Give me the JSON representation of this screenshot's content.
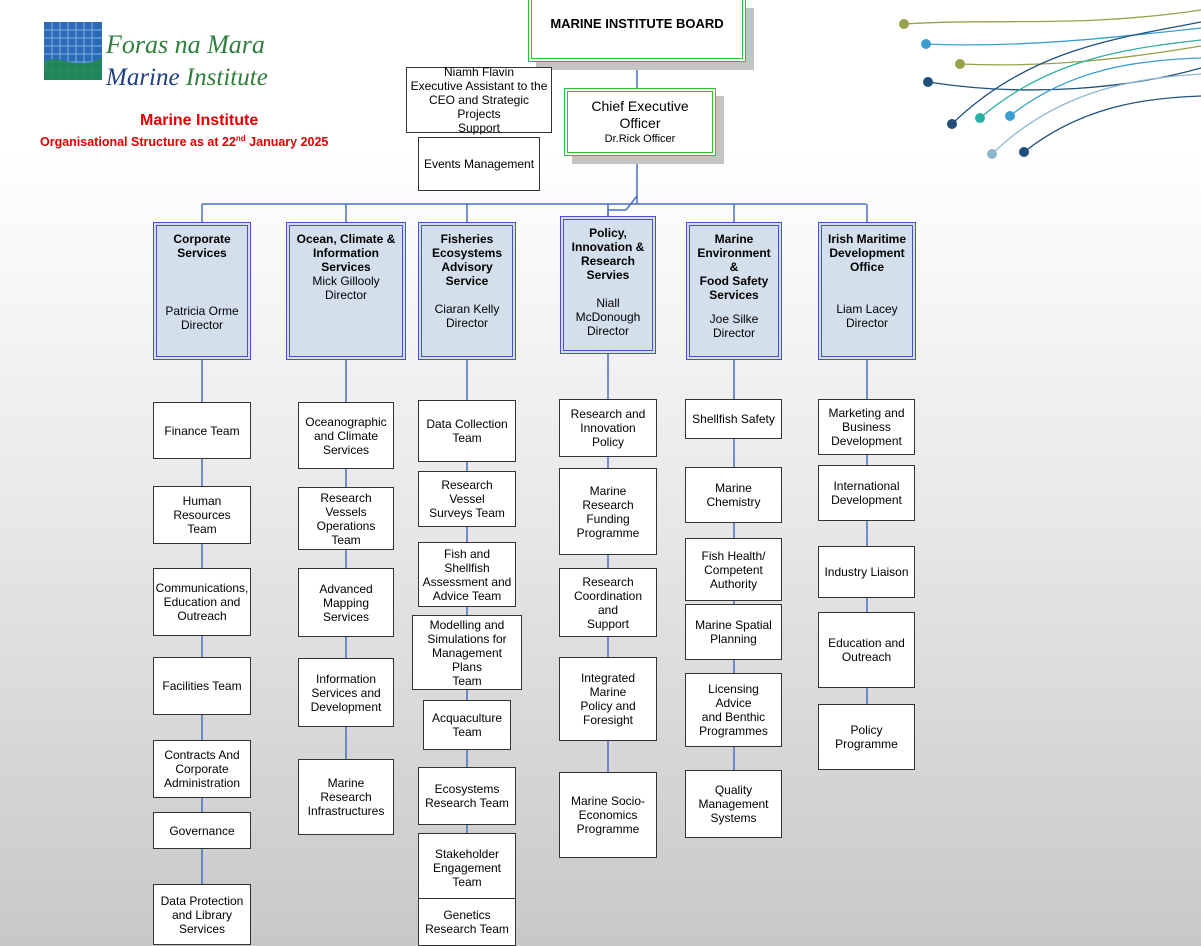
{
  "header": {
    "logo_line1": "Foras na Mara",
    "logo_line2_a": "Marine",
    "logo_line2_b": "Institute",
    "org_name": "Marine Institute",
    "subtitle_pre": "Organisational Structure as at 22",
    "subtitle_sup": "nd",
    "subtitle_post": " January 2025"
  },
  "board": {
    "label": "MARINE INSTITUTE BOARD"
  },
  "ceo": {
    "title_line1": "Chief Executive",
    "title_line2": "Officer",
    "name": "Dr.Rick Officer"
  },
  "assistant": {
    "line1": "Niamh Flavin",
    "line2": "Executive Assistant to the",
    "line3": "CEO and Strategic Projects",
    "line4": "Support"
  },
  "events": {
    "label": "Events Management"
  },
  "directorates": [
    {
      "title": [
        "Corporate",
        "Services"
      ],
      "name": "Patricia Orme",
      "role": "Director",
      "teams": [
        [
          "Finance Team"
        ],
        [
          "Human Resources",
          "Team"
        ],
        [
          "Communications,",
          "Education and",
          "Outreach"
        ],
        [
          "Facilities Team"
        ],
        [
          "Contracts And",
          "Corporate",
          "Administration"
        ],
        [
          "Governance"
        ],
        [
          "Data Protection",
          "and Library",
          "Services"
        ]
      ]
    },
    {
      "title": [
        "Ocean, Climate &",
        "Information Services"
      ],
      "name": "Mick Gillooly",
      "role": "Director",
      "teams": [
        [
          "Oceanographic",
          "and Climate",
          "Services"
        ],
        [
          "Research Vessels",
          "Operations Team"
        ],
        [
          "Advanced",
          "Mapping Services"
        ],
        [
          "Information",
          "Services and",
          "Development"
        ],
        [
          "Marine Research",
          "Infrastructures"
        ]
      ]
    },
    {
      "title": [
        "Fisheries",
        "Ecosystems",
        "Advisory",
        "Service"
      ],
      "name": "Ciaran Kelly",
      "role": "Director",
      "teams": [
        [
          "Data Collection",
          "Team"
        ],
        [
          "Research Vessel",
          "Surveys Team"
        ],
        [
          "Fish and Shellfish",
          "Assessment and",
          "Advice Team"
        ],
        [
          "Modelling and",
          "Simulations for",
          "Management Plans",
          "Team"
        ],
        [
          "Acquaculture",
          "Team"
        ],
        [
          "Ecosystems",
          "Research Team"
        ],
        [
          "Stakeholder",
          "Engagement",
          "Team"
        ],
        [
          "Genetics",
          "Research Team"
        ]
      ]
    },
    {
      "title": [
        "Policy,",
        "Innovation &",
        "Research",
        "Servies"
      ],
      "name": "Niall McDonough",
      "role": "Director",
      "teams": [
        [
          "Research and",
          "Innovation Policy"
        ],
        [
          "Marine Research",
          "Funding",
          "Programme"
        ],
        [
          "Research",
          "Coordination and",
          "Support"
        ],
        [
          "Integrated Marine",
          "Policy and",
          "Foresight"
        ],
        [
          "Marine Socio-",
          "Economics",
          "Programme"
        ]
      ]
    },
    {
      "title": [
        "Marine",
        "Environment &",
        "Food Safety",
        "Services"
      ],
      "name": "Joe Silke",
      "role": "Director",
      "teams": [
        [
          "Shellfish Safety"
        ],
        [
          "Marine Chemistry"
        ],
        [
          "Fish Health/",
          "Competent",
          "Authority"
        ],
        [
          "Marine Spatial",
          "Planning"
        ],
        [
          "Licensing Advice",
          "and Benthic",
          "Programmes"
        ],
        [
          "Quality",
          "Management",
          "Systems"
        ]
      ]
    },
    {
      "title": [
        "Irish Maritime",
        "Development",
        "Office"
      ],
      "name": "Liam Lacey",
      "role": "Director",
      "teams": [
        [
          "Marketing and",
          "Business",
          "Development"
        ],
        [
          "International",
          "Development"
        ],
        [
          "Industry Liaison"
        ],
        [
          "Education and",
          "Outreach"
        ],
        [
          "Policy Programme"
        ]
      ]
    }
  ],
  "colors": {
    "connector": "#4a6fc0",
    "director_fill": "#d4dfec",
    "director_border": "#4d4fc4",
    "ceo_border": "#25c43b",
    "org_title": "#e00000",
    "logo_green": "#2f7e3c"
  }
}
